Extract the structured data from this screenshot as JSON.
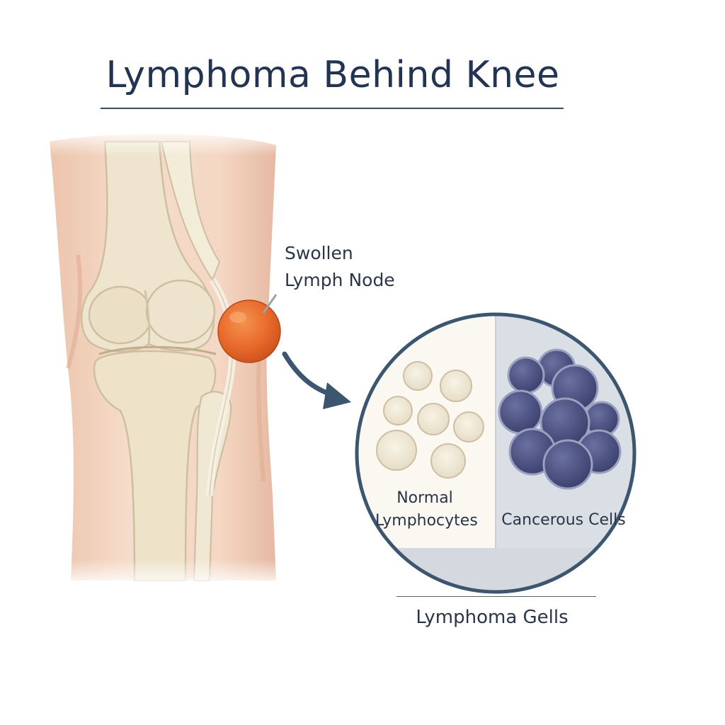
{
  "title": "Lymphoma Behind Knee",
  "labels": {
    "swollen_lymph_node": [
      "Swollen",
      "Lymph Node"
    ],
    "normal_lymphocytes": [
      "Normal",
      "Lymphocytes"
    ],
    "cancerous_cells": "Cancerous Cells",
    "lymphoma_cells_caption": "Lymphoma Gells"
  },
  "colors": {
    "title": "#233452",
    "skin": "#f1d3bf",
    "bone": "#eee4cd",
    "lymph_node": "#e8692a",
    "circle_border": "#3d5670",
    "normal_panel": "#fbf8f1",
    "cancer_panel": "#d9dfe5",
    "cancer_cell": "#4b5180",
    "normal_cell": "#f1ead9"
  },
  "icons": [
    "knee-joint-illustration",
    "lymph-node-marker",
    "arrow-icon",
    "magnified-cells-circle"
  ]
}
